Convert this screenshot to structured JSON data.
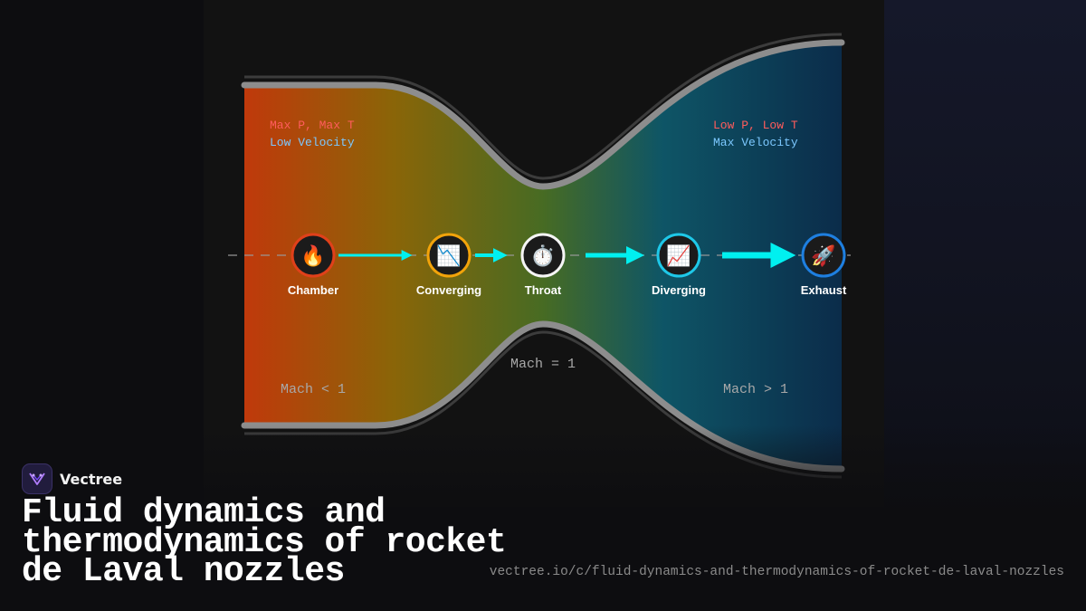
{
  "diagram": {
    "chamber_conditions": {
      "pressure_temp": "Max P, Max T",
      "velocity": "Low Velocity"
    },
    "exit_conditions": {
      "pressure_temp": "Low P, Low T",
      "velocity": "Max Velocity"
    },
    "mach_regions": {
      "subsonic": "Mach < 1",
      "sonic": "Mach = 1",
      "supersonic": "Mach > 1"
    },
    "stages": [
      {
        "label": "Chamber",
        "icon": "fire-icon",
        "glyph": "🔥",
        "ring_color": "#e0401a"
      },
      {
        "label": "Converging",
        "icon": "chart-decreasing-icon",
        "glyph": "📉",
        "ring_color": "#f2a30a"
      },
      {
        "label": "Throat",
        "icon": "stopwatch-icon",
        "glyph": "⏱️",
        "ring_color": "#f5f5f5"
      },
      {
        "label": "Diverging",
        "icon": "chart-increasing-icon",
        "glyph": "📈",
        "ring_color": "#1ec8e8"
      },
      {
        "label": "Exhaust",
        "icon": "rocket-icon",
        "glyph": "🚀",
        "ring_color": "#1e7fe0"
      }
    ],
    "colors": {
      "chamber": "#c0390b",
      "converging": "#8a6508",
      "throat": "#476b23",
      "diverging": "#0e5566",
      "exhaust": "#0b2c4a",
      "hot_text": "#ff5c5c",
      "cool_text": "#7cc8ff",
      "arrow": "#00f0f0"
    }
  },
  "brand": {
    "name": "Vectree",
    "logo_icon": "vectree-logo-icon"
  },
  "title": "Fluid dynamics and thermodynamics of rocket de Laval nozzles",
  "url": "vectree.io/c/fluid-dynamics-and-thermodynamics-of-rocket-de-laval-nozzles"
}
